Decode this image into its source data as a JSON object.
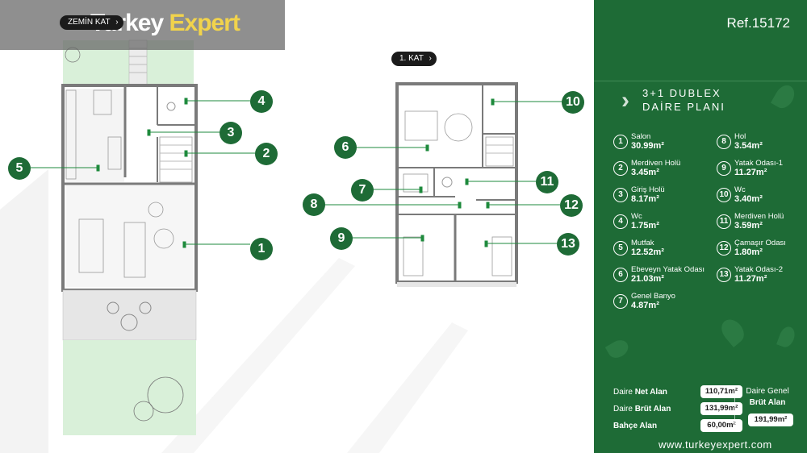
{
  "brand": {
    "part1": "Turkey",
    "part2": "Expert"
  },
  "ground_floor": {
    "label": "ZEMİN KAT"
  },
  "first_floor": {
    "label": "1. KAT"
  },
  "ref": "Ref.15172",
  "title": {
    "line1": "3+1 DUBLEX",
    "line2": "DAİRE PLANI"
  },
  "callouts": [
    "1",
    "2",
    "3",
    "4",
    "5",
    "6",
    "7",
    "8",
    "9",
    "10",
    "11",
    "12",
    "13"
  ],
  "rooms_left": [
    {
      "no": "1",
      "name": "Salon",
      "area": "30.99m²"
    },
    {
      "no": "2",
      "name": "Merdiven Holü",
      "area": "3.45m²"
    },
    {
      "no": "3",
      "name": "Giriş Holü",
      "area": "8.17m²"
    },
    {
      "no": "4",
      "name": "Wc",
      "area": "1.75m²"
    },
    {
      "no": "5",
      "name": "Mutfak",
      "area": "12.52m²"
    },
    {
      "no": "6",
      "name": "Ebeveyn Yatak Odası",
      "area": "21.03m²"
    },
    {
      "no": "7",
      "name": "Genel Banyo",
      "area": "4.87m²"
    }
  ],
  "rooms_right": [
    {
      "no": "8",
      "name": "Hol",
      "area": "3.54m²"
    },
    {
      "no": "9",
      "name": "Yatak Odası-1",
      "area": "11.27m²"
    },
    {
      "no": "10",
      "name": "Wc",
      "area": "3.40m²"
    },
    {
      "no": "11",
      "name": "Merdiven Holü",
      "area": "3.59m²"
    },
    {
      "no": "12",
      "name": "Çamaşır Odası",
      "area": "1.80m²"
    },
    {
      "no": "13",
      "name": "Yatak Odası-2",
      "area": "11.27m²"
    }
  ],
  "areas": {
    "net": {
      "prefix": "Daire",
      "bold": "Net Alan",
      "value": "110,71m²"
    },
    "gross": {
      "prefix": "Daire",
      "bold": "Brüt Alan",
      "value": "131,99m²"
    },
    "garden": {
      "prefix": "",
      "bold": "Bahçe Alan",
      "value": "60,00m²"
    },
    "general": {
      "line1": "Daire Genel",
      "line2": "Brüt Alan",
      "value": "191,99m²"
    }
  },
  "website": "www.turkeyexpert.com",
  "colors": {
    "panel": "#1e6b36",
    "accent": "#f1d34c",
    "garden": "#d9f0d9",
    "line": "#1e8a3c"
  }
}
